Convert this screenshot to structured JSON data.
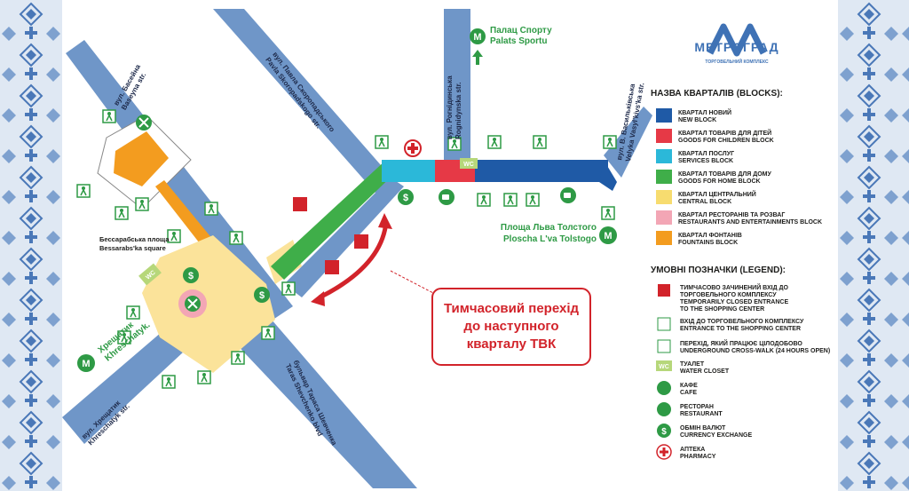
{
  "streets": {
    "baseina": "вул. Басейна\nBaseyna str.",
    "skoropadskoho": "вул. Павла Скоропадського\nPavla Skoropadskogo str.",
    "rohnidynska": "вул. Рогнідинська\nRognidynska str.",
    "vasylkivska": "вул. В. Васильківська\nVelyka Vasyl'kivs'ka str.",
    "khreshchatyk": "вул. Хрещатик\nKhreschatyk str.",
    "shevchenka": "бульвар Тараса Шевченка\nTaras Shevchenko blvd"
  },
  "places": {
    "bessarabska": "Бессарабська площа\nBessarabs'ka square",
    "lva_tolstoho": "Площа Льва Толстого\nPloscha L'va Tolstogo",
    "palats_sportu": "Палац Спорту\nPalats Sportu",
    "khreshchatyk_metro": "Хрещатик\nKhreschatyk."
  },
  "callout": {
    "line1": "Тимчасовий перехід",
    "line2": "до наступного",
    "line3": "кварталу ТВК"
  },
  "logo": {
    "name": "МЕТРОГРАД",
    "subtitle": "ТОРГОВЕЛЬНИЙ КОМПЛЕКС"
  },
  "blocks_title": "НАЗВА КВАРТАЛІВ (BLOCKS):",
  "blocks": [
    {
      "color": "#1f5aa6",
      "ua": "КВАРТАЛ НОВИЙ",
      "en": "NEW BLOCK"
    },
    {
      "color": "#e63946",
      "ua": "КВАРТАЛ ТОВАРІВ ДЛЯ ДІТЕЙ",
      "en": "GOODS FOR CHILDREN BLOCK"
    },
    {
      "color": "#2bb8d9",
      "ua": "КВАРТАЛ ПОСЛУГ",
      "en": "SERVICES BLOCK"
    },
    {
      "color": "#3fae49",
      "ua": "КВАРТАЛ ТОВАРІВ ДЛЯ ДОМУ",
      "en": "GOODS FOR HOME BLOCK"
    },
    {
      "color": "#f7dc6f",
      "ua": "КВАРТАЛ ЦЕНТРАЛЬНИЙ",
      "en": "CENTRAL BLOCK"
    },
    {
      "color": "#f3a6b5",
      "ua": "КВАРТАЛ РЕСТОРАНІВ ТА РОЗВАГ",
      "en": "RESTAURANTS AND ENTERTAINMENTS BLOCK"
    },
    {
      "color": "#f39c1f",
      "ua": "КВАРТАЛ ФОНТАНІВ",
      "en": "FOUNTAINS BLOCK"
    }
  ],
  "legend_title": "УМОВНІ ПОЗНАЧКИ (LEGEND):",
  "legend": [
    {
      "icon": "closed-entrance-icon",
      "lines": [
        "ТИМЧАСОВО ЗАЧИНЕНИЙ ВХІД ДО",
        "ТОРГОВЕЛЬНОГО КОМПЛЕКСУ",
        "TEMPORARILY CLOSED ENTRANCE",
        "TO THE SHOPPING CENTER"
      ]
    },
    {
      "icon": "entrance-icon",
      "lines": [
        "ВХІД ДО ТОРГОВЕЛЬНОГО КОМПЛЕКСУ",
        "ENTRANCE TO THE SHOPPING CENTER"
      ]
    },
    {
      "icon": "crosswalk-icon",
      "lines": [
        "ПЕРЕХІД, ЯКИЙ ПРАЦЮЄ ЦІЛОДОБОВО",
        "UNDERGROUND CROSS-WALK (24 HOURS OPEN)"
      ]
    },
    {
      "icon": "wc-icon",
      "lines": [
        "ТУАЛЕТ",
        "WATER CLOSET"
      ]
    },
    {
      "icon": "cafe-icon",
      "lines": [
        "КАФЕ",
        "CAFE"
      ]
    },
    {
      "icon": "restaurant-icon",
      "lines": [
        "РЕСТОРАН",
        "RESTAURANT"
      ]
    },
    {
      "icon": "currency-icon",
      "lines": [
        "ОБМІН ВАЛЮТ",
        "CURRENCY EXCHANGE"
      ]
    },
    {
      "icon": "pharmacy-icon",
      "lines": [
        "АПТЕКА",
        "PHARMACY"
      ]
    }
  ],
  "icon_labels": {
    "wc": "WC",
    "metro": "M",
    "currency": "$"
  },
  "colors": {
    "road": "#6f96c8",
    "road_dark": "#3e6ca8",
    "metro": "#2e9a45",
    "red": "#d2232a"
  }
}
